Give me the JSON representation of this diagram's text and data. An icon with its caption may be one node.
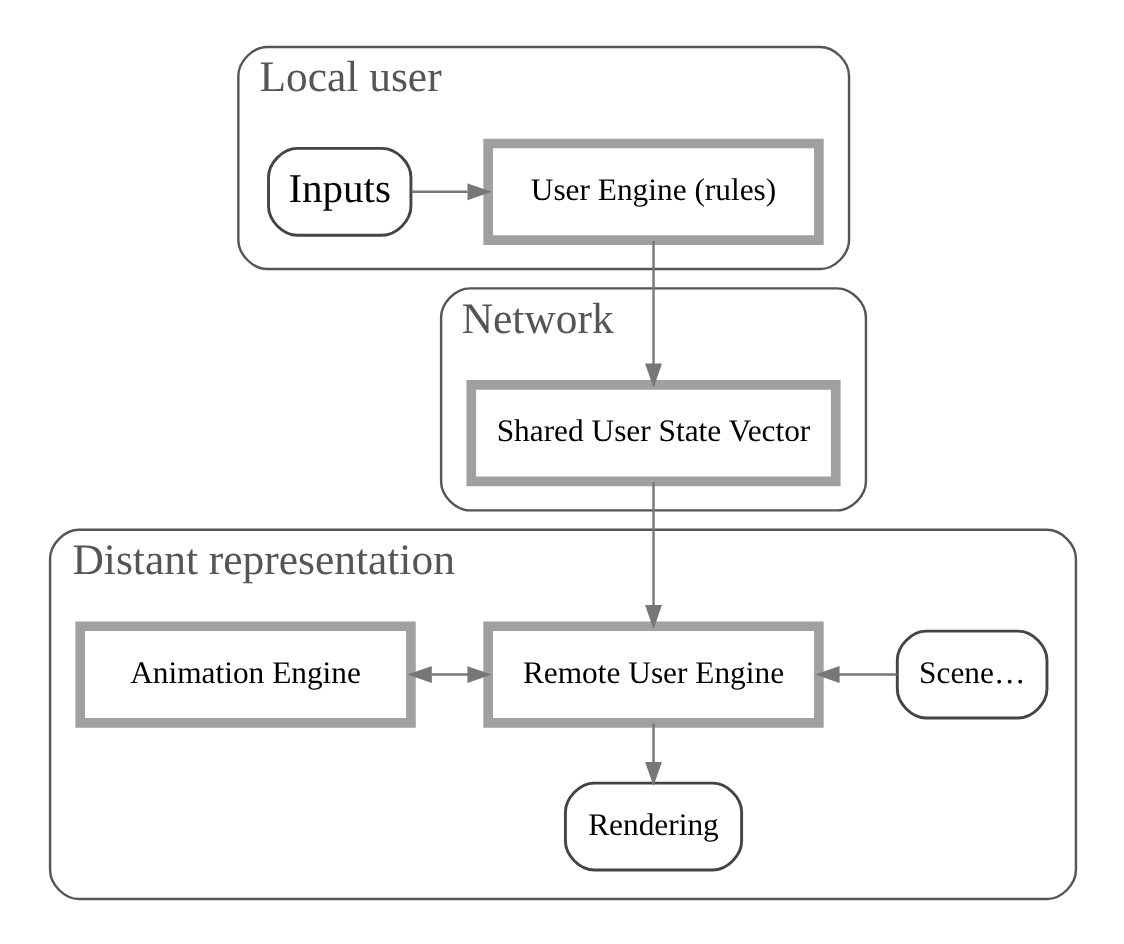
{
  "diagram": {
    "nodes": [
      {
        "text": [
          "Local user"
        ]
      },
      {
        "text": [
          "Inputs"
        ],
        "in": 0
      },
      {
        "text": [
          "User Engine (rules)"
        ],
        "in": 0
      },
      {
        "text": [
          "Network"
        ]
      },
      {
        "text": [
          "Shared User State Vector"
        ],
        "in": 3
      },
      {
        "text": [
          "Distant representation"
        ]
      },
      {
        "text": [
          "Animation Engine"
        ],
        "in": 5
      },
      {
        "text": [
          "Remote User Engine"
        ],
        "in": 5
      },
      {
        "text": [
          "Scene…"
        ],
        "in": 5
      },
      {
        "text": [
          "Rendering"
        ],
        "in": 5
      }
    ],
    "edges": [
      {
        "from": 1,
        "to": 2,
        "arrow": "to"
      },
      {
        "from": 2,
        "to": 4,
        "arrow": "to"
      },
      {
        "from": 4,
        "to": 7,
        "arrow": "to"
      },
      {
        "from": 6,
        "to": 7,
        "arrow": "both"
      },
      {
        "from": 8,
        "to": 7,
        "arrow": "to"
      },
      {
        "from": 7,
        "to": 9,
        "arrow": "to"
      }
    ]
  }
}
